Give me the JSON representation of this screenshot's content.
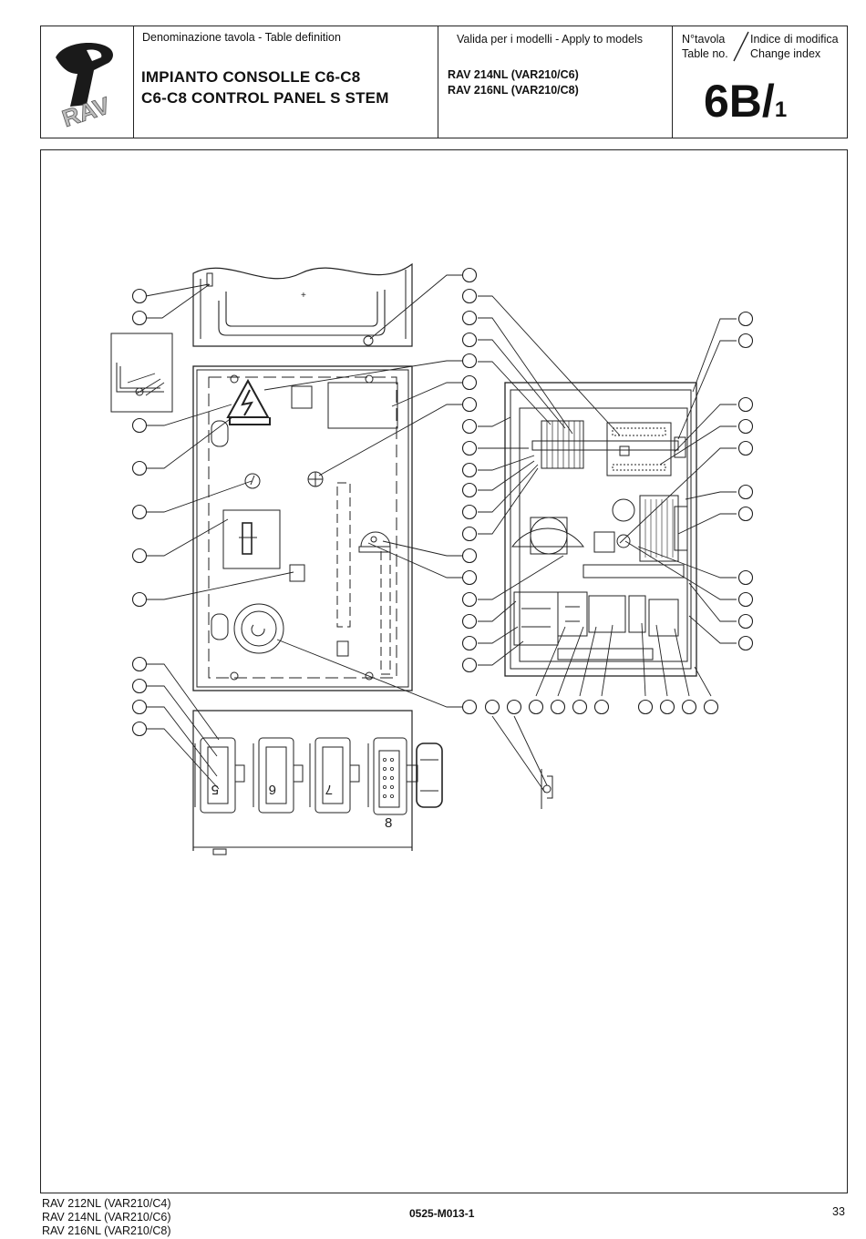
{
  "header": {
    "logo_text": "RAV",
    "table_def_label": "Denominazione tavola - Table definition",
    "title_it": "IMPIANTO CONSOLLE C6-C8",
    "title_en": "C6-C8 CONTROL PANEL S  STEM",
    "valid_label": "Valida per i modelli - Apply to models",
    "models": [
      "RAV 214NL (VAR210/C6)",
      "RAV 216NL (VAR210/C8)"
    ],
    "table_no_label_it": "N°tavola",
    "table_no_label_en": "Table no.",
    "change_index_label_it": "Indice di modifica",
    "change_index_label_en": "Change index",
    "table_number": "6B/",
    "change_index": "1"
  },
  "diagram": {
    "connector_labels": [
      "5",
      "6",
      "7",
      "8"
    ]
  },
  "footer": {
    "models": [
      "RAV 212NL (VAR210/C4)",
      "RAV 214NL (VAR210/C6)",
      "RAV 216NL (VAR210/C8)"
    ],
    "doc_code": "0525-M013-1",
    "page_number": "33"
  }
}
